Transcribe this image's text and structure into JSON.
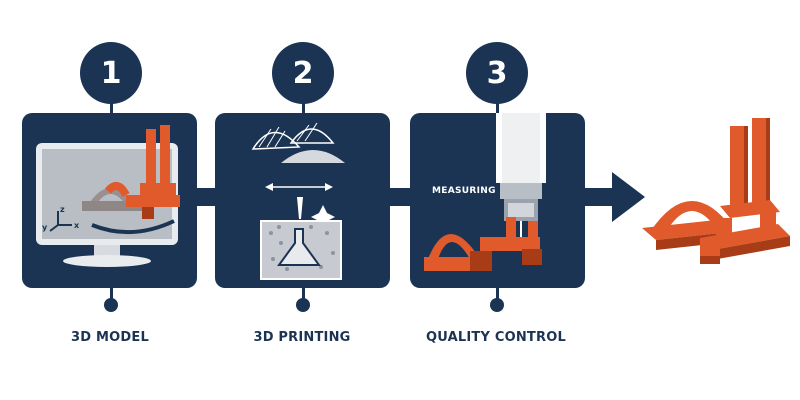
{
  "steps": [
    {
      "number": "1",
      "label": "3D MODEL",
      "icon": "computer-monitor-model-icon"
    },
    {
      "number": "2",
      "label": "3D PRINTING",
      "icon": "powder-printing-icon"
    },
    {
      "number": "3",
      "label": "QUALITY CONTROL",
      "icon": "measuring-probe-icon",
      "annotation": "MEASURING"
    }
  ],
  "axes": {
    "x": "x",
    "y": "y",
    "z": "z"
  },
  "colors": {
    "panel": "#1b3454",
    "part": "#e05a2b",
    "part_dark": "#a83c17",
    "metal": "#c9ced6"
  }
}
